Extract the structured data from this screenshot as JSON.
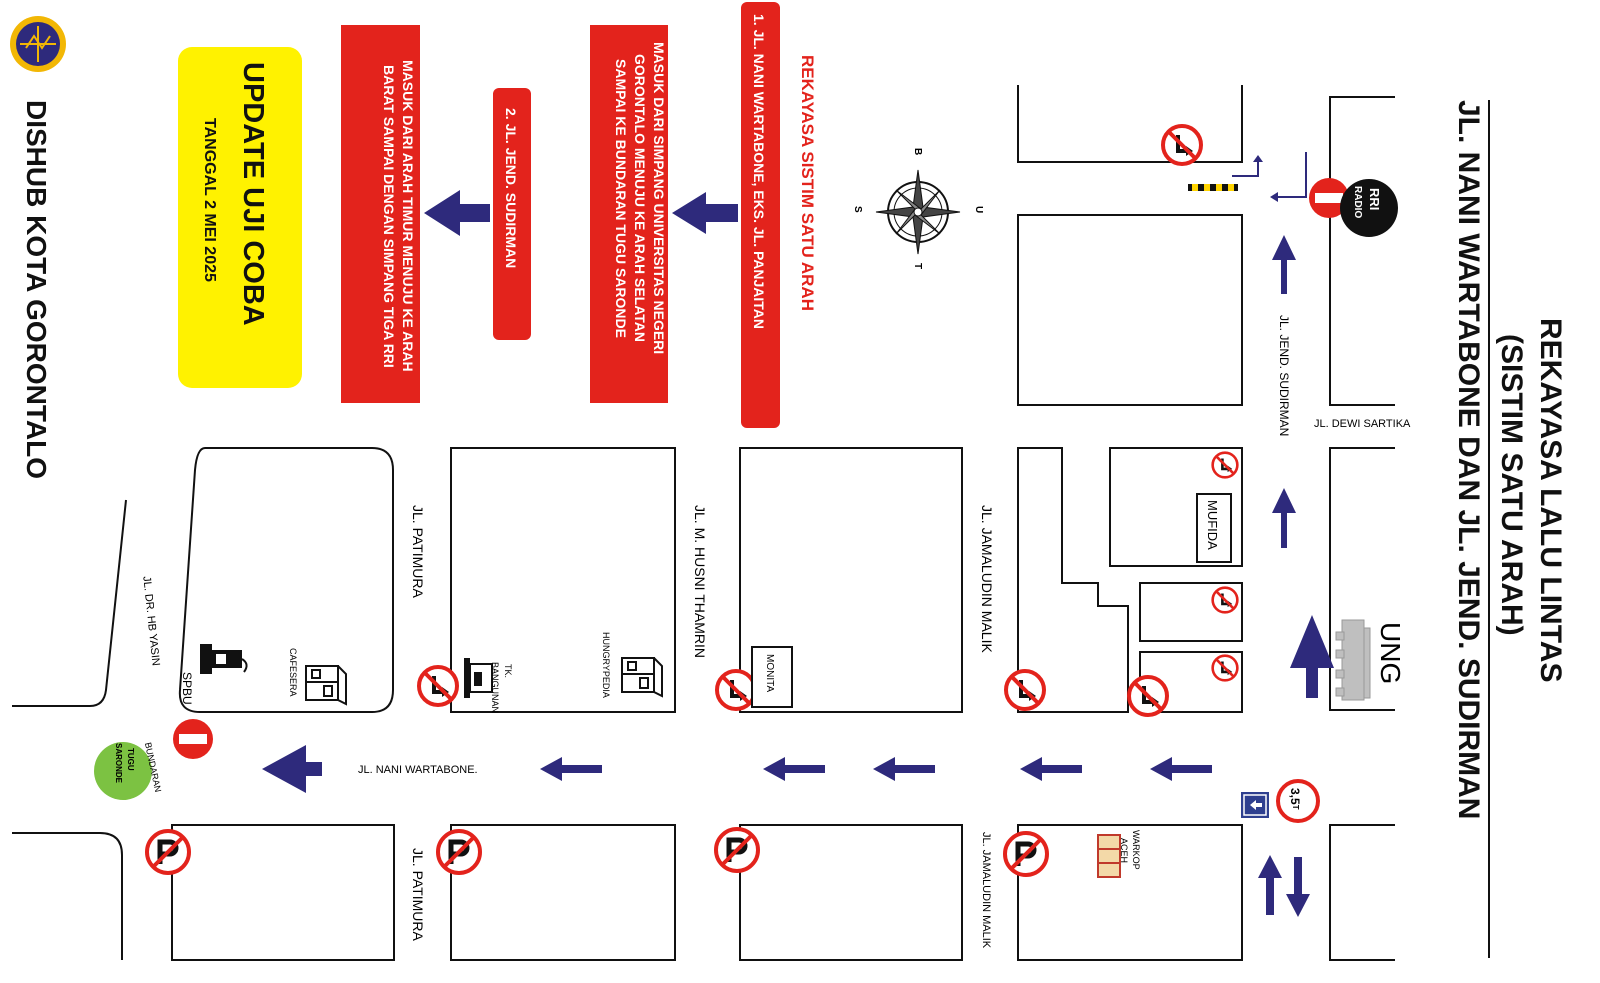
{
  "header": {
    "title_line1": "REKAYASA LALU LINTAS",
    "title_line2": "(SISTIM SATU ARAH)",
    "subtitle": "JL. NANI WARTABONE DAN JL. JEND. SUDIRMAN"
  },
  "org": "DISHUB KOTA GORONTALO",
  "update_box": {
    "title": "UPDATE UJI COBA",
    "date": "TANGGAL 2 MEI 2025"
  },
  "legend": {
    "heading": "REKAYASA SISTIM SATU ARAH",
    "item1_title": "1. JL. NANI WARTABONE, EKS. JL. PANJAITAN",
    "item1_desc": "MASUK DARI SIMPANG UNIVERSITAS NEGERI GORONTALO MENUJU KE ARAH SELATAN SAMPAI KE BUNDARAN TUGU SARONDE",
    "item2_title": "2. JL. JEND. SUDIRMAN",
    "item2_desc": "MASUK DARI ARAH TIMUR MENUJU KE ARAH BARAT SAMPAI DENGAN SIMPANG TIGA RRI"
  },
  "compass": {
    "n": "U",
    "s": "S",
    "e": "T",
    "w": "B"
  },
  "streets": {
    "sudirman": "JL. JEND. SUDIRMAN",
    "dewi_sartika": "JL. DEWI SARTIKA",
    "jamaludin_top": "JL. JAMALUDIN MALIK",
    "jamaludin_bottom": "JL. JAMALUDIN MALIK",
    "husni": "JL. M. HUSNI THAMRIN",
    "patimura_top": "JL. PATIMURA",
    "patimura_bottom": "JL. PATIMURA",
    "hb_yasin": "JL. DR. HB YASIN",
    "nani": "JL. NANI WARTABONE."
  },
  "landmarks": {
    "rri_top": "RRI",
    "rri_bottom": "RADIO",
    "ung": "UNG",
    "mufida": "MUFIDA",
    "monita": "MONITA",
    "hungrypedia": "HUNGRYPEDIA",
    "tk_bangunan_1": "TK.",
    "tk_bangunan_2": "BANGUNAN",
    "cafesera": "CAFESERA",
    "spbu": "SPBU",
    "warkop_1": "WARKOP",
    "warkop_2": "ACEH",
    "bundaran": "BUNDARAN",
    "tugu_1": "TUGU",
    "tugu_2": "SARONDE"
  },
  "signs": {
    "weight_limit": "3,5",
    "weight_unit": "T"
  },
  "colors": {
    "red": "#e3231c",
    "yellow": "#fff200",
    "navy": "#2e2a7c",
    "green": "#7cc242",
    "black": "#111111"
  }
}
